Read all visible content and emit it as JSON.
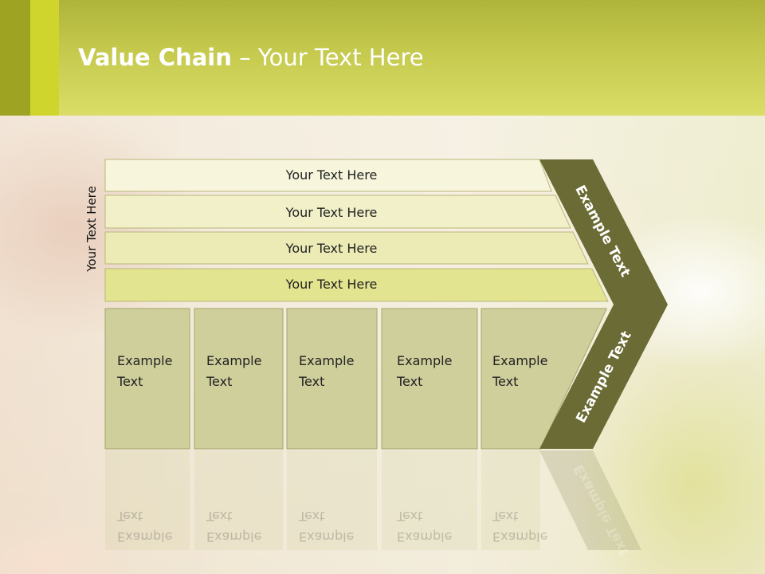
{
  "title": {
    "bold": "Value Chain",
    "rest": " – Your Text Here"
  },
  "side_label": "Your Text Here",
  "bars": [
    {
      "label": "Your Text Here"
    },
    {
      "label": "Your Text Here"
    },
    {
      "label": "Your Text Here"
    },
    {
      "label": "Your Text Here"
    }
  ],
  "boxes": [
    {
      "label": "Example\nText"
    },
    {
      "label": "Example\nText"
    },
    {
      "label": "Example\nText"
    },
    {
      "label": "Example\nText"
    },
    {
      "label": "Example\nText"
    }
  ],
  "chevron": {
    "upper_label": "Example Text",
    "lower_label": "Example Text"
  },
  "colors": {
    "header": "#c3c84c",
    "bar_fills": [
      "#f7f6dc",
      "#f1f0c8",
      "#ecebb5",
      "#e3e48f"
    ],
    "box_fill": "#cfcf9c",
    "chevron": "#6b6b35"
  }
}
